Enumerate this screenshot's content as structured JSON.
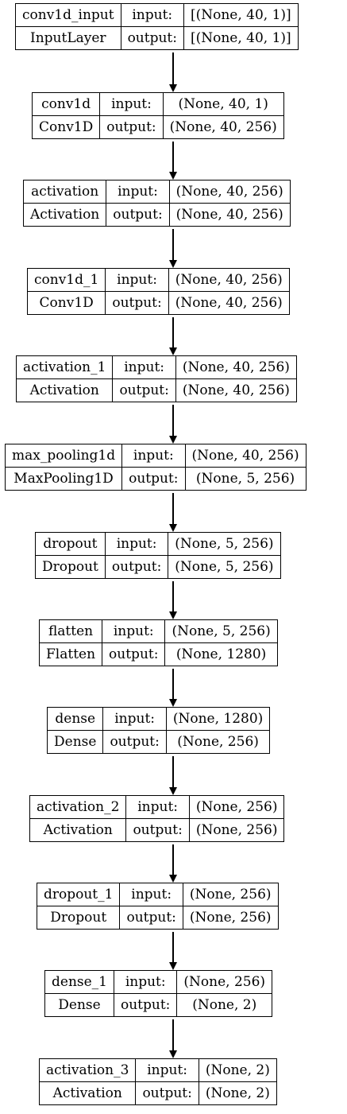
{
  "diagram": {
    "layers": [
      {
        "name": "conv1d_input",
        "type": "InputLayer",
        "input_label": "input:",
        "output_label": "output:",
        "input_shape": "[(None, 40, 1)]",
        "output_shape": "[(None, 40, 1)]"
      },
      {
        "name": "conv1d",
        "type": "Conv1D",
        "input_label": "input:",
        "output_label": "output:",
        "input_shape": "(None, 40, 1)",
        "output_shape": "(None, 40, 256)"
      },
      {
        "name": "activation",
        "type": "Activation",
        "input_label": "input:",
        "output_label": "output:",
        "input_shape": "(None, 40, 256)",
        "output_shape": "(None, 40, 256)"
      },
      {
        "name": "conv1d_1",
        "type": "Conv1D",
        "input_label": "input:",
        "output_label": "output:",
        "input_shape": "(None, 40, 256)",
        "output_shape": "(None, 40, 256)"
      },
      {
        "name": "activation_1",
        "type": "Activation",
        "input_label": "input:",
        "output_label": "output:",
        "input_shape": "(None, 40, 256)",
        "output_shape": "(None, 40, 256)"
      },
      {
        "name": "max_pooling1d",
        "type": "MaxPooling1D",
        "input_label": "input:",
        "output_label": "output:",
        "input_shape": "(None, 40, 256)",
        "output_shape": "(None, 5, 256)"
      },
      {
        "name": "dropout",
        "type": "Dropout",
        "input_label": "input:",
        "output_label": "output:",
        "input_shape": "(None, 5, 256)",
        "output_shape": "(None, 5, 256)"
      },
      {
        "name": "flatten",
        "type": "Flatten",
        "input_label": "input:",
        "output_label": "output:",
        "input_shape": "(None, 5, 256)",
        "output_shape": "(None, 1280)"
      },
      {
        "name": "dense",
        "type": "Dense",
        "input_label": "input:",
        "output_label": "output:",
        "input_shape": "(None, 1280)",
        "output_shape": "(None, 256)"
      },
      {
        "name": "activation_2",
        "type": "Activation",
        "input_label": "input:",
        "output_label": "output:",
        "input_shape": "(None, 256)",
        "output_shape": "(None, 256)"
      },
      {
        "name": "dropout_1",
        "type": "Dropout",
        "input_label": "input:",
        "output_label": "output:",
        "input_shape": "(None, 256)",
        "output_shape": "(None, 256)"
      },
      {
        "name": "dense_1",
        "type": "Dense",
        "input_label": "input:",
        "output_label": "output:",
        "input_shape": "(None, 256)",
        "output_shape": "(None, 2)"
      },
      {
        "name": "activation_3",
        "type": "Activation",
        "input_label": "input:",
        "output_label": "output:",
        "input_shape": "(None, 2)",
        "output_shape": "(None, 2)"
      }
    ]
  }
}
